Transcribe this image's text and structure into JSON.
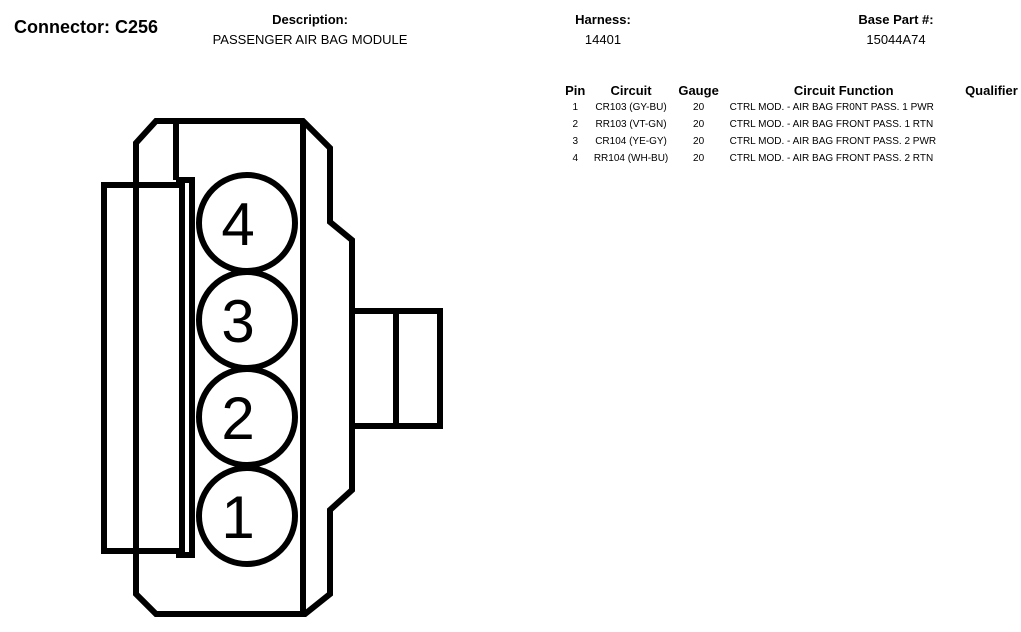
{
  "connector": {
    "title": "Connector: C256"
  },
  "description": {
    "label": "Description:",
    "value": "PASSENGER AIR BAG MODULE"
  },
  "harness": {
    "label": "Harness:",
    "value": "14401"
  },
  "base_part": {
    "label": "Base Part #:",
    "value": "15044A74"
  },
  "table": {
    "headers": {
      "pin": "Pin",
      "circuit": "Circuit",
      "gauge": "Gauge",
      "function": "Circuit Function",
      "qualifier": "Qualifier"
    },
    "rows": [
      {
        "pin": "1",
        "circuit": "CR103 (GY-BU)",
        "gauge": "20",
        "function": "CTRL MOD. - AIR BAG FR0NT PASS. 1 PWR",
        "qualifier": ""
      },
      {
        "pin": "2",
        "circuit": "RR103 (VT-GN)",
        "gauge": "20",
        "function": "CTRL MOD. - AIR BAG FRONT PASS. 1 RTN",
        "qualifier": ""
      },
      {
        "pin": "3",
        "circuit": "CR104 (YE-GY)",
        "gauge": "20",
        "function": "CTRL MOD. - AIR BAG FRONT PASS. 2 PWR",
        "qualifier": ""
      },
      {
        "pin": "4",
        "circuit": "RR104 (WH-BU)",
        "gauge": "20",
        "function": "CTRL MOD. - AIR BAG FRONT PASS. 2 RTN",
        "qualifier": ""
      }
    ]
  },
  "diagram": {
    "cavities": [
      {
        "label": "4"
      },
      {
        "label": "3"
      },
      {
        "label": "2"
      },
      {
        "label": "1"
      }
    ]
  }
}
